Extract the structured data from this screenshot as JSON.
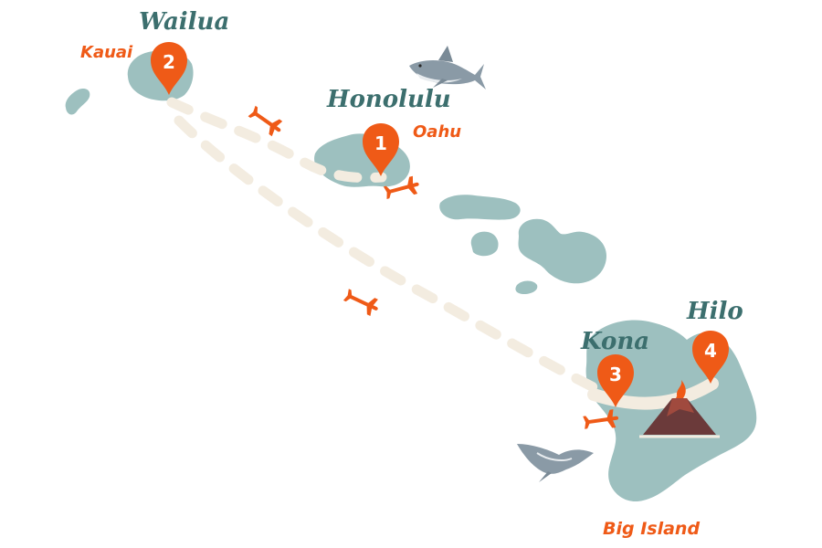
{
  "colors": {
    "island": "#9dc0bf",
    "island_shadow": "#86aaa9",
    "accent_orange": "#ef5a17",
    "city_teal": "#3c6f6e",
    "route_cream": "#f3ece0",
    "pin_text": "#ffffff"
  },
  "cities": [
    {
      "id": "wailua",
      "name": "Wailua"
    },
    {
      "id": "honolulu",
      "name": "Honolulu"
    },
    {
      "id": "kona",
      "name": "Kona"
    },
    {
      "id": "hilo",
      "name": "Hilo"
    }
  ],
  "islands": [
    {
      "id": "kauai",
      "name": "Kauai"
    },
    {
      "id": "oahu",
      "name": "Oahu"
    },
    {
      "id": "big-island",
      "name": "Big Island"
    }
  ],
  "pins": [
    {
      "id": "pin-honolulu",
      "number": "1"
    },
    {
      "id": "pin-wailua",
      "number": "2"
    },
    {
      "id": "pin-kona",
      "number": "3"
    },
    {
      "id": "pin-hilo",
      "number": "4"
    }
  ],
  "icons": [
    "airplane-icon",
    "shark-icon",
    "manta-ray-icon",
    "volcano-icon",
    "map-pin-icon"
  ]
}
